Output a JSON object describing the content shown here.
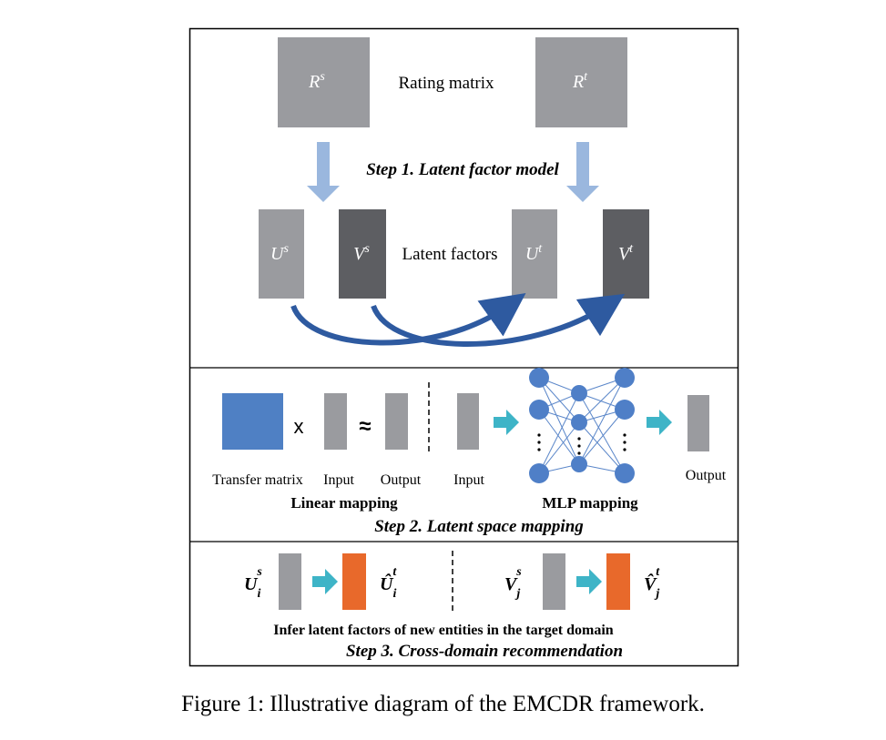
{
  "panel1": {
    "rs_label": "R",
    "rs_sup": "s",
    "rt_label": "R",
    "rt_sup": "t",
    "rating_matrix_label": "Rating matrix",
    "step1_label": "Step 1. Latent factor model",
    "us_label": "U",
    "us_sup": "s",
    "vs_label": "V",
    "vs_sup": "s",
    "ut_label": "U",
    "ut_sup": "t",
    "vt_label": "V",
    "vt_sup": "t",
    "latent_factors_label": "Latent factors"
  },
  "panel2": {
    "times_symbol": "x",
    "approx_symbol": "≈",
    "transfer_matrix_label": "Transfer matrix",
    "linear_input_label": "Input",
    "linear_output_label": "Output",
    "linear_mapping_label": "Linear mapping",
    "mlp_input_label": "Input",
    "mlp_output_label": "Output",
    "mlp_mapping_label": "MLP mapping",
    "step2_label": "Step 2. Latent space mapping"
  },
  "panel3": {
    "ui_label": "U",
    "ui_sub": "i",
    "ui_sup": "s",
    "ui_hat_label": "Û",
    "ui_hat_sub": "i",
    "ui_hat_sup": "t",
    "vj_label": "V",
    "vj_sub": "j",
    "vj_sup": "s",
    "vj_hat_label": "V̂",
    "vj_hat_sub": "j",
    "vj_hat_sup": "t",
    "infer_label": "Infer latent factors of new entities in the target domain",
    "step3_label": "Step 3.  Cross-domain recommendation"
  },
  "caption": "Figure 1: Illustrative diagram of the EMCDR framework.",
  "colors": {
    "gray": "#9a9b9f",
    "dark_gray": "#5d5e62",
    "blue_square": "#4f80c4",
    "orange": "#e8692b",
    "cyan_arrow": "#3eb4c7",
    "light_blue_arrow": "#9ab7de",
    "curve_blue": "#2e5aa0",
    "node_blue": "#4f7fc7",
    "edge_blue": "#5a86c9"
  }
}
